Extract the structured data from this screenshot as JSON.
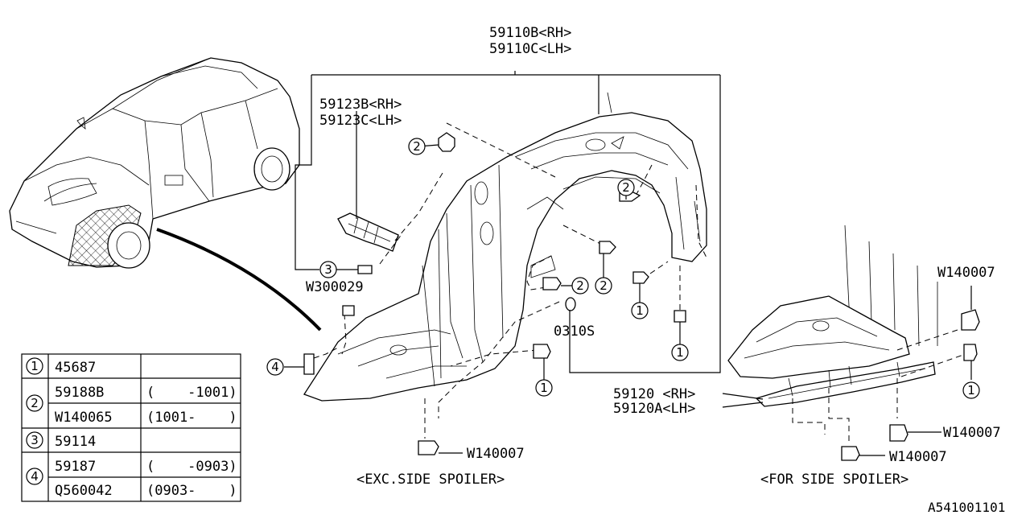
{
  "callouts": {
    "fender_liner_rh": "59110B<RH>",
    "fender_liner_lh": "59110C<LH>",
    "sub_liner_rh": "59123B<RH>",
    "sub_liner_lh": "59123C<LH>",
    "clip_w300029": "W300029",
    "washer_0310s": "0310S",
    "clip_w140007_bottom": "W140007",
    "spoiler_w140007_top": "W140007",
    "spoiler_w140007_mid": "W140007",
    "spoiler_w140007_bottom": "W140007",
    "spoiler_cover_rh": "59120 <RH>",
    "spoiler_cover_lh": "59120A<LH>",
    "caption_exc": "<EXC.SIDE SPOILER>",
    "caption_for": "<FOR SIDE SPOILER>",
    "drawing_id": "A541001101"
  },
  "markers": {
    "m1": "1",
    "m2": "2",
    "m3": "3",
    "m4": "4"
  },
  "legend": [
    {
      "key": "1",
      "part": "45687",
      "range": ""
    },
    {
      "key": "2",
      "part": "59188B",
      "range": "(    -1001)"
    },
    {
      "key": "",
      "part": "W140065",
      "range": "(1001-    )"
    },
    {
      "key": "3",
      "part": "59114",
      "range": ""
    },
    {
      "key": "4",
      "part": "59187",
      "range": "(    -0903)"
    },
    {
      "key": "",
      "part": "Q560042",
      "range": "(0903-    )"
    }
  ]
}
